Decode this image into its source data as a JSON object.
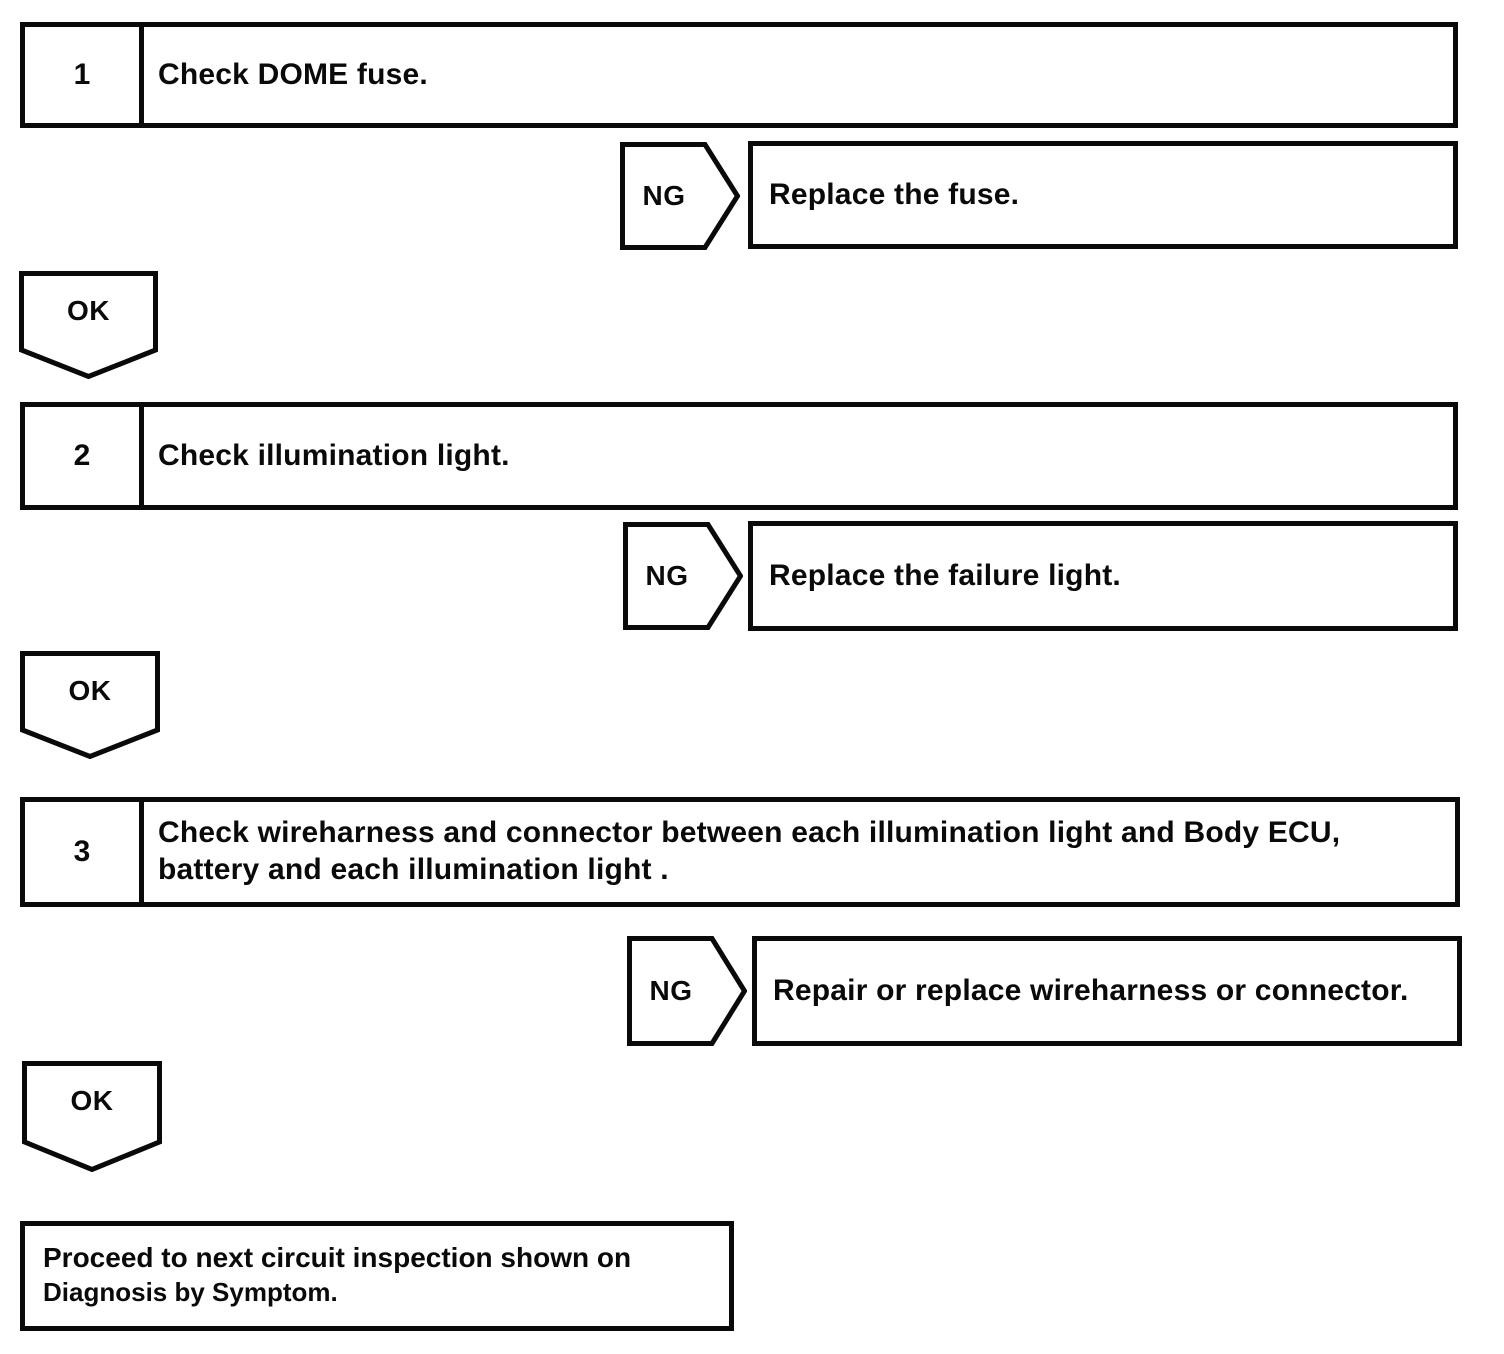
{
  "flowchart": {
    "steps": [
      {
        "number": "1",
        "instruction": "Check DOME fuse.",
        "ng_label": "NG",
        "ng_action": "Replace the fuse.",
        "ok_label": "OK"
      },
      {
        "number": "2",
        "instruction": "Check illumination light.",
        "ng_label": "NG",
        "ng_action": "Replace the failure light.",
        "ok_label": "OK"
      },
      {
        "number": "3",
        "instruction": "Check wireharness and connector between each illumination light and Body ECU, battery and each illumination light .",
        "ng_label": "NG",
        "ng_action": "Repair or replace wireharness or connector.",
        "ok_label": "OK"
      }
    ],
    "final": {
      "line1": "Proceed to next circuit inspection shown on",
      "line2": "Diagnosis by Symptom."
    },
    "colors": {
      "ink": "#0a0a0a",
      "paper": "#ffffff"
    }
  }
}
